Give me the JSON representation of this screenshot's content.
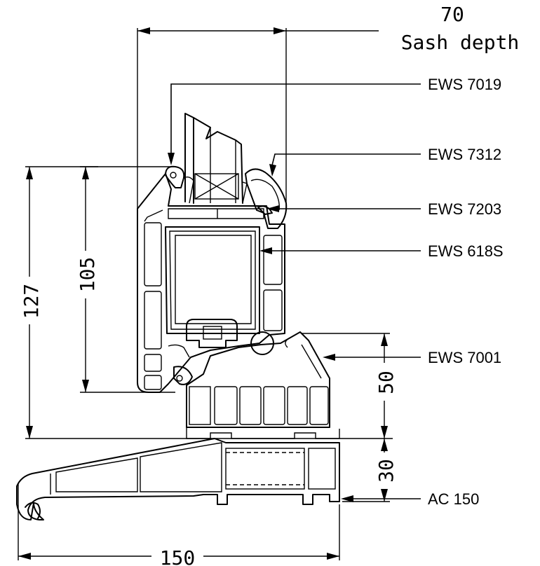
{
  "dimensions": {
    "sash_depth_value": "70",
    "sash_depth_label": "Sash depth",
    "height_127": "127",
    "height_105": "105",
    "height_50": "50",
    "height_30": "30",
    "width_150": "150"
  },
  "callouts": [
    {
      "id": "ews-7019",
      "label": "EWS 7019"
    },
    {
      "id": "ews-7312",
      "label": "EWS 7312"
    },
    {
      "id": "ews-7203",
      "label": "EWS 7203"
    },
    {
      "id": "ews-618s",
      "label": "EWS 618S"
    },
    {
      "id": "ews-7001",
      "label": "EWS 7001"
    },
    {
      "id": "ac-150",
      "label": "AC 150"
    }
  ]
}
